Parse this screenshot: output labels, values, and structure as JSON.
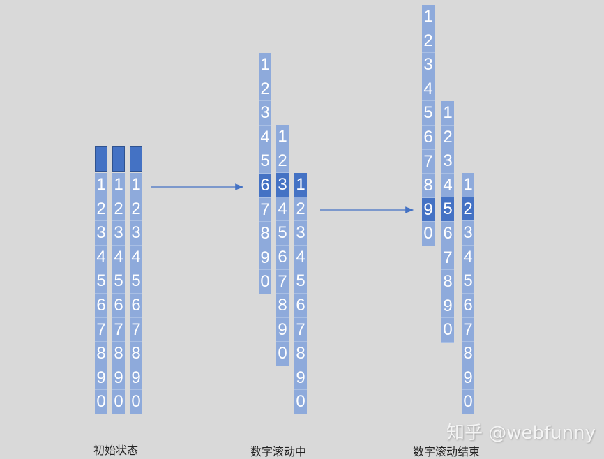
{
  "colors": {
    "cell": "#8eaadb",
    "highlight": "#4472c4",
    "arrow": "#4472c4",
    "background": "#d9d9d9"
  },
  "digits": [
    "1",
    "2",
    "3",
    "4",
    "5",
    "6",
    "7",
    "8",
    "9",
    "0"
  ],
  "stages": [
    {
      "caption": "初始状态",
      "highlighted": [
        "",
        "",
        ""
      ]
    },
    {
      "caption": "数字滚动中",
      "highlighted": [
        "6",
        "3",
        "1"
      ]
    },
    {
      "caption": "数字滚动结束",
      "highlighted": [
        "9",
        "5",
        "2"
      ]
    }
  ],
  "watermark": "知乎 @webfunny"
}
